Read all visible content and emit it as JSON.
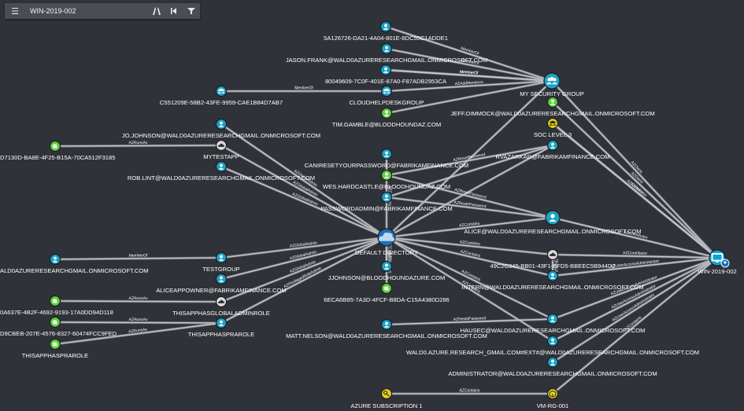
{
  "search_bar": {
    "menu_icon": "hamburger-menu-icon",
    "query": "WIN-2019-002",
    "tools": [
      "pathfinding-icon",
      "back-icon",
      "filter-icon"
    ]
  },
  "colors": {
    "background": "#2f3238",
    "edge": "#c9cbcf",
    "user": "#17a2c4",
    "group": "#1fa3c8",
    "device": "#0fa3d1",
    "app": "#d9d9d9",
    "service_principal": "#5fd13a",
    "tenant": "#1d6fb8",
    "subscription": "#e8d21b",
    "resource_group": "#e8d21b",
    "owned_group": "#e8d21b"
  },
  "nodes": [
    {
      "id": "n1",
      "type": "user",
      "icon": "user-icon",
      "label": "5A126726-DA21-4A04-801E-8DC55C1ADDE1"
    },
    {
      "id": "n2",
      "type": "user",
      "icon": "user-icon",
      "label": "JASON.FRANK@WALD0AZURERESEARCHGMAIL.ONMICROSOFT.COM"
    },
    {
      "id": "n3",
      "type": "user",
      "icon": "user-icon",
      "label": "80049609-7C0F-401E-87A0-F87ADB2953CA"
    },
    {
      "id": "n4",
      "type": "group",
      "icon": "group-icon",
      "label": "CLOUDHELPDESKGROUP"
    },
    {
      "id": "n5",
      "type": "service_principal",
      "icon": "user-icon",
      "label": "TIM.GAMBLE@BLOODHOUNDAZ.COM"
    },
    {
      "id": "n6",
      "type": "group",
      "icon": "group-icon",
      "label": "MY SECURITY GROUP"
    },
    {
      "id": "n7",
      "type": "group",
      "icon": "group-icon",
      "label": "C551209E-58B2-43FE-9959-CAE1B84D7AB7"
    },
    {
      "id": "n8",
      "type": "service_principal",
      "icon": "user-icon",
      "label": "JEFF.DIMMOCK@WALD0AZURERESEARCHGMAIL.ONMICROSOFT.COM"
    },
    {
      "id": "n9",
      "type": "owned_group",
      "icon": "group-icon",
      "label": "SOC LEVEL 3"
    },
    {
      "id": "n10",
      "type": "user",
      "icon": "user-icon",
      "label": "JO.JOHNSON@WALD0AZURERESEARCHGMAIL.ONMICROSOFT.COM"
    },
    {
      "id": "n11",
      "type": "service_principal",
      "icon": "service-principal-icon",
      "label": "D7130D-BA8E-4F25-B15A-70CA512F3185"
    },
    {
      "id": "n12",
      "type": "app",
      "icon": "app-icon",
      "label": "MYTESTAPP"
    },
    {
      "id": "n13",
      "type": "user",
      "icon": "user-icon",
      "label": "ROB.LINT@WALD0AZURERESEARCHGMAIL.ONMICROSOFT.COM"
    },
    {
      "id": "n14",
      "type": "user",
      "icon": "user-icon",
      "label": "CANIRESETYOURPASSWORD@FABRIKAMFINANCE.COM"
    },
    {
      "id": "n15",
      "type": "service_principal",
      "icon": "user-icon",
      "label": "WES.HARDCASTLE@BLOODHOUNDAZ.COM"
    },
    {
      "id": "n16",
      "type": "user",
      "icon": "user-icon",
      "label": "PASSWORDADMIN@FABRIKAMFINANCE.COM"
    },
    {
      "id": "n17",
      "type": "user",
      "icon": "user-icon",
      "label": "RVAZARKAR@FABRIKAMFINANCE.COM"
    },
    {
      "id": "n18",
      "type": "user",
      "icon": "user-icon",
      "label": "ALICE@WALD0AZURERESEARCHGMAIL.ONMICROSOFT.COM"
    },
    {
      "id": "n19",
      "type": "tenant",
      "icon": "cloud-icon",
      "label": "DEFAULT DIRECTORY"
    },
    {
      "id": "n20",
      "type": "user",
      "icon": "user-icon",
      "label": "ALD0AZURERESEARCHGMAIL.ONMICROSOFT.COM"
    },
    {
      "id": "n21",
      "type": "group",
      "icon": "user-icon",
      "label": "TESTGROUP"
    },
    {
      "id": "n22",
      "type": "user",
      "icon": "user-icon",
      "label": "ALICEAPPOWNER@FABRIKAMFINANCE.COM"
    },
    {
      "id": "n23",
      "type": "app",
      "icon": "app-icon",
      "label": "49C2C345-BB01-43F1-BFD5-BBEEC5B944D2"
    },
    {
      "id": "n24",
      "type": "device",
      "icon": "device-icon",
      "label": "WIN-2019-002"
    },
    {
      "id": "n25",
      "type": "user",
      "icon": "user-icon",
      "label": "JJOHNSON@BLOODHOUNDAZURE.COM"
    },
    {
      "id": "n26",
      "type": "user",
      "icon": "user-icon",
      "label": "INTERN@WALD0AZURERESEARCHGMAIL.ONMICROSOFT.COM"
    },
    {
      "id": "n27",
      "type": "service_principal",
      "icon": "service-principal-icon",
      "label": "6ECA6B85-7A3D-4FCF-B8DA-C15A4380D286"
    },
    {
      "id": "n28",
      "type": "service_principal",
      "icon": "service-principal-icon",
      "label": "0A637E-4B2F-4692-9193-17A0DD94D118"
    },
    {
      "id": "n29",
      "type": "app",
      "icon": "app-icon",
      "label": "THISAPPHASGLOBALADMINROLE"
    },
    {
      "id": "n30",
      "type": "service_principal",
      "icon": "service-principal-icon",
      "label": "D9CBEB-207E-4576-8327-60474FCC9FED"
    },
    {
      "id": "n31",
      "type": "user",
      "icon": "user-icon",
      "label": "THISAPPHASPRAROLE"
    },
    {
      "id": "n32",
      "type": "service_principal",
      "icon": "service-principal-icon",
      "label": "THISAPPHASPRAROLE"
    },
    {
      "id": "n33",
      "type": "user",
      "icon": "user-icon",
      "label": "HAUSEC@WALD0AZURERESEARCHGMAIL.ONMICROSOFT.COM"
    },
    {
      "id": "n34",
      "type": "user",
      "icon": "user-icon",
      "label": "MATT.NELSON@WALD0AZURERESEARCHGMAIL.ONMICROSOFT.COM"
    },
    {
      "id": "n35",
      "type": "user",
      "icon": "user-icon",
      "label": "WALD0.AZURE.RESEARCH_GMAIL.COM#EXT#@WALD0AZURERESEARCHGMAIL.ONMICROSOFT.COM"
    },
    {
      "id": "n36",
      "type": "user",
      "icon": "user-icon",
      "label": "ADMINISTRATOR@WALD0AZURERESEARCHGMAIL.ONMICROSOFT.COM"
    },
    {
      "id": "n37",
      "type": "subscription",
      "icon": "key-icon",
      "label": "AZURE SUBSCRIPTION 1"
    },
    {
      "id": "n38",
      "type": "resource_group",
      "icon": "cube-icon",
      "label": "VM-RG-001"
    }
  ],
  "edges": [
    {
      "from": "n1",
      "to": "n6",
      "label": "MemberOf"
    },
    {
      "from": "n2",
      "to": "n6",
      "label": "MemberOf"
    },
    {
      "from": "n3",
      "to": "n6",
      "label": "MemberOf"
    },
    {
      "from": "n3",
      "to": "n6",
      "label": "MemberOf"
    },
    {
      "from": "n7",
      "to": "n4",
      "label": "MemberOf"
    },
    {
      "from": "n4",
      "to": "n6",
      "label": "AZAddMembers"
    },
    {
      "from": "n5",
      "to": "n6",
      "label": ""
    },
    {
      "from": "n6",
      "to": "n24",
      "label": "AZOwns"
    },
    {
      "from": "n6",
      "to": "n19",
      "label": ""
    },
    {
      "from": "n8",
      "to": "n24",
      "label": "AZOwns"
    },
    {
      "from": "n9",
      "to": "n24",
      "label": "AZContributor"
    },
    {
      "from": "n9",
      "to": "n24",
      "label": "AZOwns"
    },
    {
      "from": "n11",
      "to": "n12",
      "label": "AZRunsAs"
    },
    {
      "from": "n10",
      "to": "n19",
      "label": "AZGlobalAdmin"
    },
    {
      "from": "n12",
      "to": "n19",
      "label": "AZGlobalAdmin"
    },
    {
      "from": "n13",
      "to": "n19",
      "label": "AZGlobalAdmin"
    },
    {
      "from": "n14",
      "to": "n19",
      "label": "AZContains"
    },
    {
      "from": "n15",
      "to": "n17",
      "label": "AZResetPassword"
    },
    {
      "from": "n15",
      "to": "n18",
      "label": "AZResetPassword"
    },
    {
      "from": "n16",
      "to": "n18",
      "label": "AZResetPassword"
    },
    {
      "from": "n16",
      "to": "n17",
      "label": ""
    },
    {
      "from": "n18",
      "to": "n19",
      "label": "AZContains"
    },
    {
      "from": "n18",
      "to": "n24",
      "label": "AZContributor"
    },
    {
      "from": "n17",
      "to": "n19",
      "label": ""
    },
    {
      "from": "n20",
      "to": "n21",
      "label": "MemberOf"
    },
    {
      "from": "n21",
      "to": "n19",
      "label": "AZGlobalAdmin"
    },
    {
      "from": "n22",
      "to": "n19",
      "label": "AZGlobalAdmin"
    },
    {
      "from": "n29",
      "to": "n19",
      "label": "AZGlobalAdmin"
    },
    {
      "from": "n31",
      "to": "n19",
      "label": "AZPrivilegedRoleAdmin"
    },
    {
      "from": "n19",
      "to": "n23",
      "label": "AZContains"
    },
    {
      "from": "n19",
      "to": "n26",
      "label": "AZContains"
    },
    {
      "from": "n19",
      "to": "n25",
      "label": "AZContains"
    },
    {
      "from": "n19",
      "to": "n27",
      "label": "AZContains"
    },
    {
      "from": "n19",
      "to": "n33",
      "label": "AZContains"
    },
    {
      "from": "n19",
      "to": "n35",
      "label": "AZContains"
    },
    {
      "from": "n28",
      "to": "n29",
      "label": "AZRunsAs"
    },
    {
      "from": "n30",
      "to": "n31",
      "label": "AZRunsAs"
    },
    {
      "from": "n32",
      "to": "n31",
      "label": "AZRunsAs"
    },
    {
      "from": "n23",
      "to": "n24",
      "label": "AZContributor"
    },
    {
      "from": "n23",
      "to": "n26",
      "label": "AZRunsAs"
    },
    {
      "from": "n26",
      "to": "n24",
      "label": "AZUserAccessAdministrator"
    },
    {
      "from": "n34",
      "to": "n33",
      "label": "AZResetPassword"
    },
    {
      "from": "n33",
      "to": "n24",
      "label": "AZUserAccessAdministrator"
    },
    {
      "from": "n35",
      "to": "n24",
      "label": "AZUserAccessAdministrator"
    },
    {
      "from": "n36",
      "to": "n24",
      "label": "AZUserAccessAdministrator"
    },
    {
      "from": "n37",
      "to": "n38",
      "label": "AZContains"
    },
    {
      "from": "n38",
      "to": "n24",
      "label": "AZContains"
    }
  ]
}
